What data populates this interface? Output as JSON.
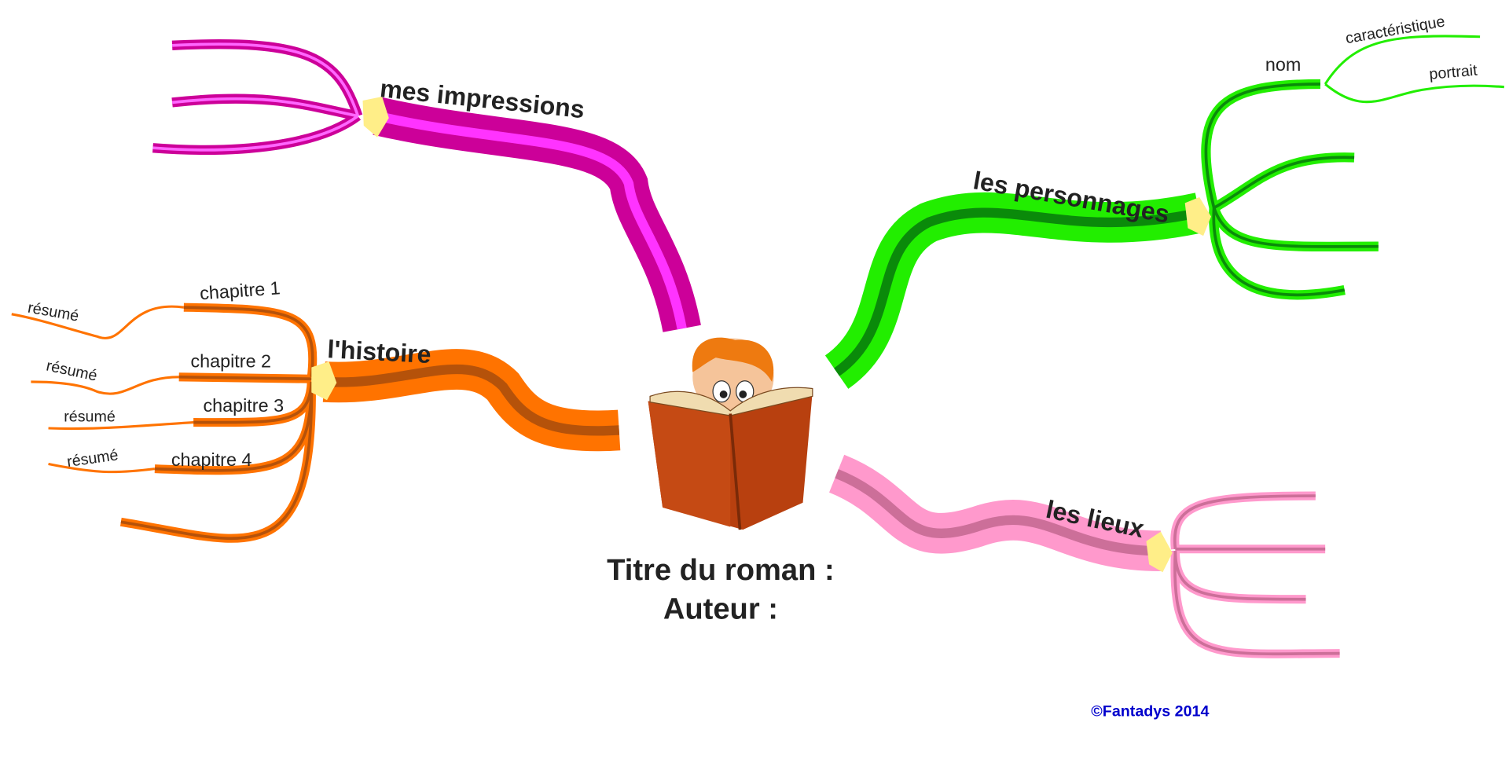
{
  "central": {
    "title": "Titre du roman :",
    "author": "Auteur :"
  },
  "branches": {
    "impressions": {
      "label": "mes impressions",
      "color": "#cc0099",
      "light": "#ff33ff"
    },
    "histoire": {
      "label": "l'histoire",
      "color": "#ff7300",
      "dark": "#b5520a",
      "chapters": [
        "chapitre 1",
        "chapitre 2",
        "chapitre 3",
        "chapitre 4"
      ],
      "summary": "résumé"
    },
    "personnages": {
      "label": "les personnages",
      "color": "#22ee00",
      "dark": "#0a8a0a",
      "sub": "nom",
      "subsub": [
        "caractéristique",
        "portrait"
      ]
    },
    "lieux": {
      "label": "les lieux",
      "color": "#ff99cc",
      "dark": "#cc6f99"
    }
  },
  "copyright": "©Fantadys 2014",
  "copyright_color": "#0000cc"
}
